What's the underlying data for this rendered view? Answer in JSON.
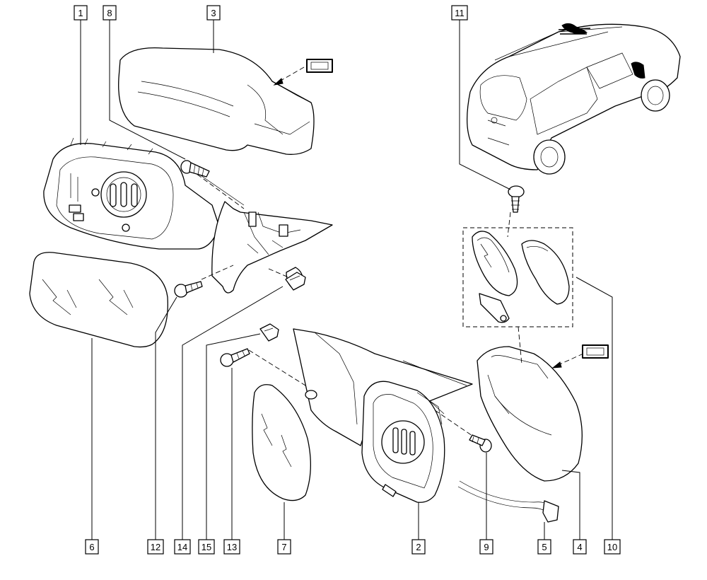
{
  "diagram": {
    "callouts": [
      "1",
      "8",
      "3",
      "11",
      "6",
      "12",
      "14",
      "15",
      "13",
      "7",
      "2",
      "9",
      "5",
      "4",
      "10"
    ]
  }
}
